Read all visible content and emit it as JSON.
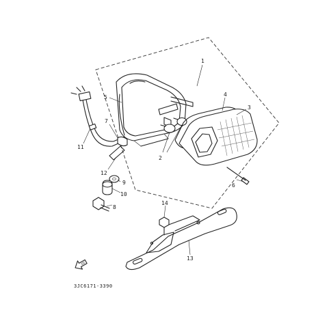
{
  "callouts": [
    "1",
    "2",
    "3",
    "4",
    "5",
    "6",
    "7",
    "8",
    "9",
    "10",
    "11",
    "12",
    "13",
    "14"
  ],
  "diagram_code": "3JC6171-3390",
  "icon": "front-arrow-icon"
}
